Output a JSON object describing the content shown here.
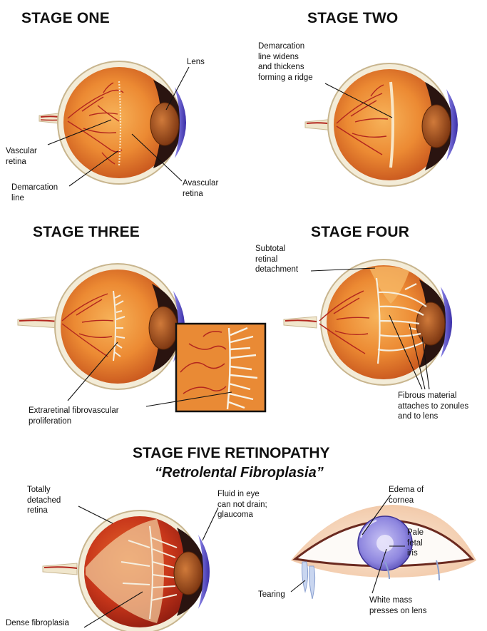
{
  "stages": {
    "one": {
      "title": "STAGE ONE",
      "labels": {
        "lens": "Lens",
        "vascular": "Vascular\nretina",
        "demarcation": "Demarcation\nline",
        "avascular": "Avascular\nretina"
      }
    },
    "two": {
      "title": "STAGE TWO",
      "labels": {
        "ridge": "Demarcation\nline widens\nand thickens\nforming a ridge"
      }
    },
    "three": {
      "title": "STAGE THREE",
      "labels": {
        "extraretinal": "Extraretinal fibrovascular\nproliferation"
      }
    },
    "four": {
      "title": "STAGE FOUR",
      "labels": {
        "subtotal": "Subtotal\nretinal\ndetachment",
        "fibrous": "Fibrous material\nattaches to zonules\nand to lens"
      }
    },
    "five": {
      "title": "STAGE FIVE RETINOPATHY",
      "subtitle": "“Retrolental Fibroplasia”",
      "labels": {
        "detached": "Totally\ndetached\nretina",
        "fluid": "Fluid in eye\ncan not drain;\nglaucoma",
        "dense": "Dense fibroplasia",
        "edema": "Edema of\ncornea",
        "pale": "Pale\nfetal\niris",
        "tearing": "Tearing",
        "white_mass": "White mass\npresses on lens"
      }
    }
  },
  "colors": {
    "sclera": "#f3ecd8",
    "retina_orange": "#e8762a",
    "retina_light": "#f4a24a",
    "vessel": "#b3261e",
    "cornea": "#5a4fc8",
    "lens": "#a0522d",
    "dark_interior": "#2a1410",
    "iris_violet": "#8f87e0",
    "fibrous": "#f5efe0"
  }
}
